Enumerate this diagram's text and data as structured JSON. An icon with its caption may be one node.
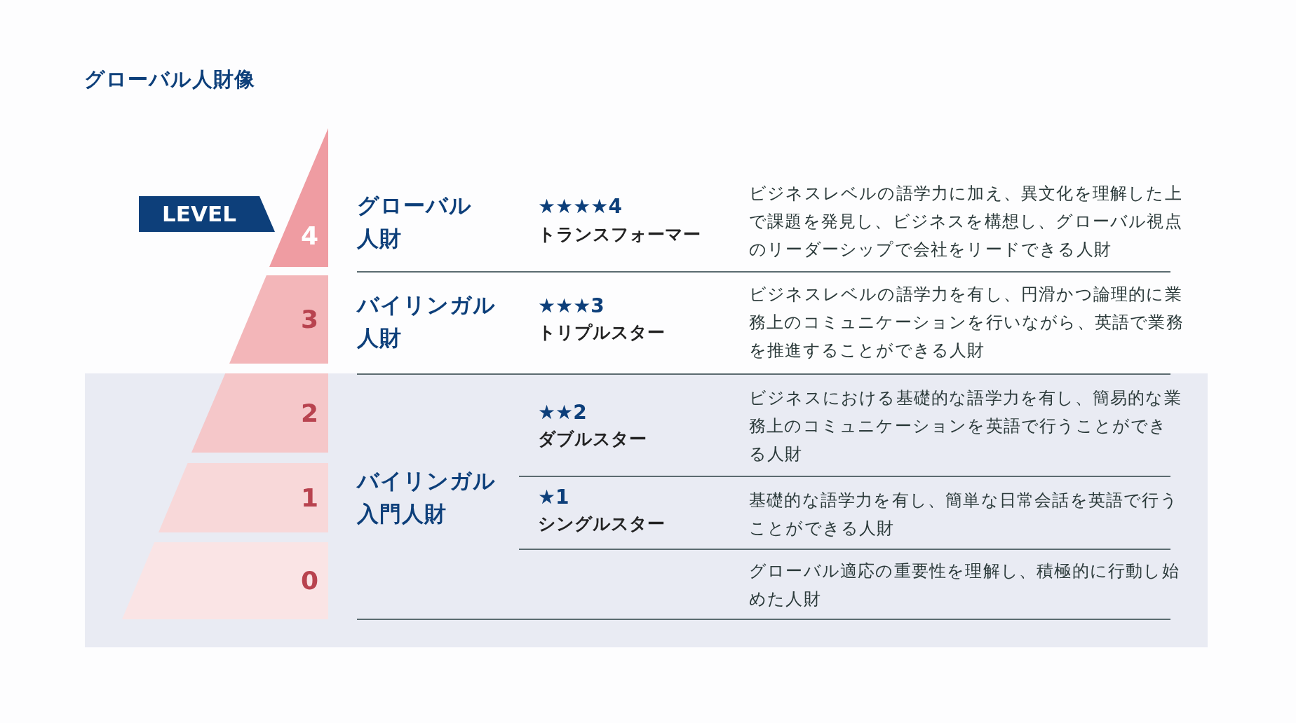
{
  "diagram": {
    "title": "グローバル人財像",
    "nodes": [
      {
        "text": [
          "LEVEL"
        ]
      },
      {
        "text": [
          "4"
        ]
      },
      {
        "text": [
          "3"
        ]
      },
      {
        "text": [
          "2"
        ]
      },
      {
        "text": [
          "1"
        ]
      },
      {
        "text": [
          "0"
        ]
      }
    ],
    "labels": [
      "グローバル人財",
      "★★★★4",
      "トランスフォーマー",
      "ビジネスレベルの語学力に加え、異文化を理解した上で課題を発見し、ビジネスを構想し、グローバル視点のリーダーシップで会社をリードできる人財",
      "バイリンガル人財",
      "★★★3",
      "トリプルスター",
      "ビジネスレベルの語学力を有し、円滑かつ論理的に業務上のコミュニケーションを行いながら、英語で業務を推進することができる人財",
      "バイリンガル入門人財",
      "★★2",
      "ダブルスター",
      "ビジネスにおける基礎的な語学力を有し、簡易的な業務上のコミュニケーションを英語で行うことができる人財",
      "★1",
      "シングルスター",
      "基礎的な語学力を有し、簡単な日常会話を英語で行うことができる人財",
      "グローバル適応の重要性を理解し、積極的に行動し始めた人財"
    ]
  }
}
